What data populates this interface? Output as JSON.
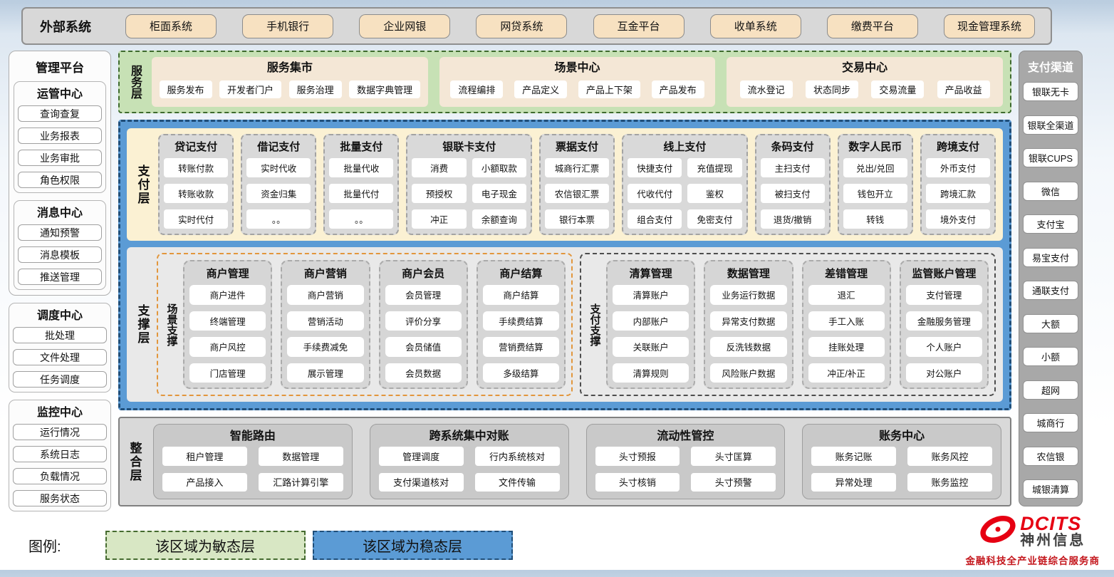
{
  "external_systems": {
    "label": "外部系统",
    "items": [
      "柜面系统",
      "手机银行",
      "企业网银",
      "网贷系统",
      "互金平台",
      "收单系统",
      "缴费平台",
      "现金管理系统"
    ]
  },
  "management": {
    "title": "管理平台",
    "groups_top": [
      {
        "title": "运管中心",
        "items": [
          "查询查复",
          "业务报表",
          "业务审批",
          "角色权限"
        ]
      },
      {
        "title": "消息中心",
        "items": [
          "通知预警",
          "消息模板",
          "推送管理"
        ]
      }
    ],
    "groups_bottom": [
      {
        "title": "调度中心",
        "items": [
          "批处理",
          "文件处理",
          "任务调度"
        ]
      },
      {
        "title": "监控中心",
        "items": [
          "运行情况",
          "系统日志",
          "负载情况",
          "服务状态"
        ]
      }
    ]
  },
  "service_layer": {
    "label": "服务层",
    "groups": [
      {
        "title": "服务集市",
        "items": [
          "服务发布",
          "开发者门户",
          "服务治理",
          "数据字典管理"
        ]
      },
      {
        "title": "场景中心",
        "items": [
          "流程编排",
          "产品定义",
          "产品上下架",
          "产品发布"
        ]
      },
      {
        "title": "交易中心",
        "items": [
          "流水登记",
          "状态同步",
          "交易流量",
          "产品收益"
        ]
      }
    ]
  },
  "payment_layer": {
    "label": "支付层",
    "columns": [
      {
        "title": "贷记支付",
        "cols": 1,
        "items": [
          "转账付款",
          "转账收款",
          "实时代付"
        ]
      },
      {
        "title": "借记支付",
        "cols": 1,
        "items": [
          "实时代收",
          "资金归集",
          "。。"
        ]
      },
      {
        "title": "批量支付",
        "cols": 1,
        "items": [
          "批量代收",
          "批量代付",
          "。。"
        ]
      },
      {
        "title": "银联卡支付",
        "cols": 2,
        "items": [
          "消费",
          "小额取款",
          "预授权",
          "电子现金",
          "冲正",
          "余额查询"
        ]
      },
      {
        "title": "票据支付",
        "cols": 1,
        "items": [
          "城商行汇票",
          "农信银汇票",
          "银行本票"
        ]
      },
      {
        "title": "线上支付",
        "cols": 2,
        "items": [
          "快捷支付",
          "充值提现",
          "代收代付",
          "鉴权",
          "组合支付",
          "免密支付"
        ]
      },
      {
        "title": "条码支付",
        "cols": 1,
        "items": [
          "主扫支付",
          "被扫支付",
          "退货/撤销"
        ]
      },
      {
        "title": "数字人民币",
        "cols": 1,
        "items": [
          "兑出/兑回",
          "钱包开立",
          "转钱"
        ]
      },
      {
        "title": "跨境支付",
        "cols": 1,
        "items": [
          "外币支付",
          "跨境汇款",
          "境外支付"
        ]
      }
    ]
  },
  "support_layer": {
    "label": "支撑层",
    "sections": [
      {
        "label": "场景支撑",
        "columns": [
          {
            "title": "商户管理",
            "items": [
              "商户进件",
              "终端管理",
              "商户风控",
              "门店管理"
            ]
          },
          {
            "title": "商户营销",
            "items": [
              "商户营销",
              "营销活动",
              "手续费减免",
              "展示管理"
            ]
          },
          {
            "title": "商户会员",
            "items": [
              "会员管理",
              "评价分享",
              "会员储值",
              "会员数据"
            ]
          },
          {
            "title": "商户结算",
            "items": [
              "商户结算",
              "手续费结算",
              "营销费结算",
              "多级结算"
            ]
          }
        ]
      },
      {
        "label": "支付支撑",
        "columns": [
          {
            "title": "清算管理",
            "items": [
              "清算账户",
              "内部账户",
              "关联账户",
              "清算规则"
            ]
          },
          {
            "title": "数据管理",
            "items": [
              "业务运行数据",
              "异常支付数据",
              "反洗钱数据",
              "风险账户数据"
            ]
          },
          {
            "title": "差错管理",
            "items": [
              "退汇",
              "手工入账",
              "挂账处理",
              "冲正/补正"
            ]
          },
          {
            "title": "监管账户管理",
            "items": [
              "支付管理",
              "金融服务管理",
              "个人账户",
              "对公账户"
            ]
          }
        ]
      }
    ]
  },
  "integration_layer": {
    "label": "整合层",
    "groups": [
      {
        "title": "智能路由",
        "items": [
          "租户管理",
          "数据管理",
          "产品接入",
          "汇路计算引擎"
        ]
      },
      {
        "title": "跨系统集中对账",
        "items": [
          "管理调度",
          "行内系统核对",
          "支付渠道核对",
          "文件传输"
        ]
      },
      {
        "title": "流动性管控",
        "items": [
          "头寸预报",
          "头寸匡算",
          "头寸核销",
          "头寸预警"
        ]
      },
      {
        "title": "账务中心",
        "items": [
          "账务记账",
          "账务风控",
          "异常处理",
          "账务监控"
        ]
      }
    ]
  },
  "channels": {
    "title": "支付渠道",
    "items": [
      "银联无卡",
      "银联全渠道",
      "银联CUPS",
      "微信",
      "支付宝",
      "易宝支付",
      "通联支付",
      "大额",
      "小额",
      "超网",
      "城商行",
      "农信银",
      "城银清算"
    ]
  },
  "legend": {
    "label": "图例:",
    "agile": "该区域为敏态层",
    "stable": "该区域为稳态层"
  },
  "logo": {
    "name": "DCITS",
    "company": "神州信息",
    "tagline": "金融科技全产业链综合服务商",
    "swoosh_icon": "dcits-swoosh-icon"
  },
  "colors": {
    "agile_area_green": "#c7e1b5",
    "stable_area_blue": "#5b9bd5",
    "payment_panel_cream": "#fbf1d3",
    "scene_support_border_orange": "#e2963c",
    "payment_support_border_dark": "#4d4d4d",
    "external_button_tan": "#f7e1c1",
    "panel_gray": "#d9d9d9",
    "brand_red": "#e60012"
  }
}
